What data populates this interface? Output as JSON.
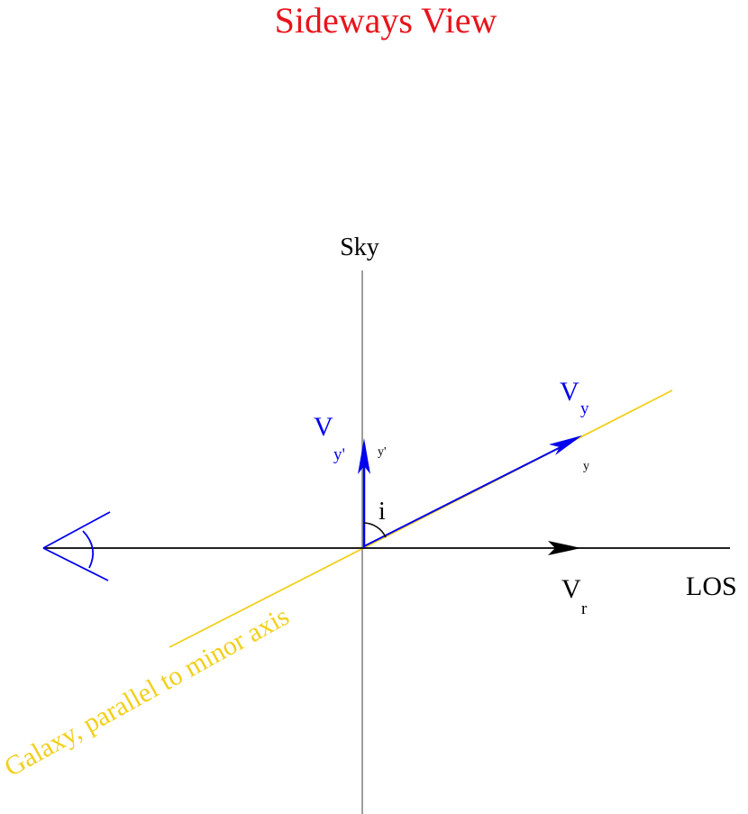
{
  "title": "Sideways View",
  "labels": {
    "sky": "Sky",
    "los": "LOS",
    "angle": "i",
    "galaxy": "Galaxy, parallel to minor axis",
    "v_y_prime": {
      "base": "V",
      "sub": "y'"
    },
    "v_y_prime_tip": "y'",
    "v_y": {
      "base": "V",
      "sub": "y"
    },
    "v_y_tip": "y",
    "v_r": {
      "base": "V",
      "sub": "r"
    }
  },
  "colors": {
    "title": "#e8141c",
    "axis_gray": "#7f7f7f",
    "black": "#000000",
    "blue": "#0000ee",
    "galaxy_yellow": "#f2cf1a"
  }
}
